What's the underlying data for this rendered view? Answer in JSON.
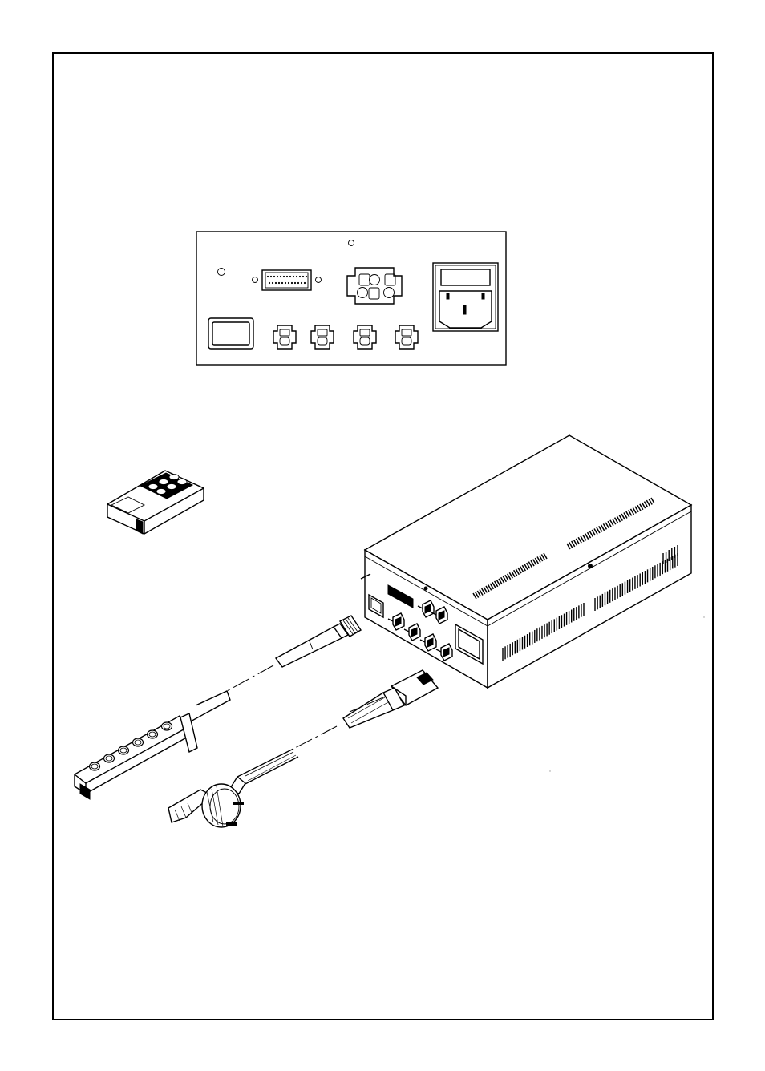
{
  "figure": {
    "description_visible_text": "",
    "colors": {
      "ink": "#000000",
      "paper": "#ffffff"
    },
    "parts": {
      "rear_panel": {
        "icon": "rear-panel-diagram"
      },
      "remote_control": {
        "icon": "remote-control-icon",
        "buttons": 6
      },
      "control_unit": {
        "icon": "control-box-icon"
      },
      "hand_switch": {
        "icon": "hand-switch-icon",
        "buttons": 6
      },
      "motor_cable": {
        "icon": "motor-connector-icon"
      },
      "mains_plug": {
        "icon": "mains-plug-icon"
      }
    }
  }
}
